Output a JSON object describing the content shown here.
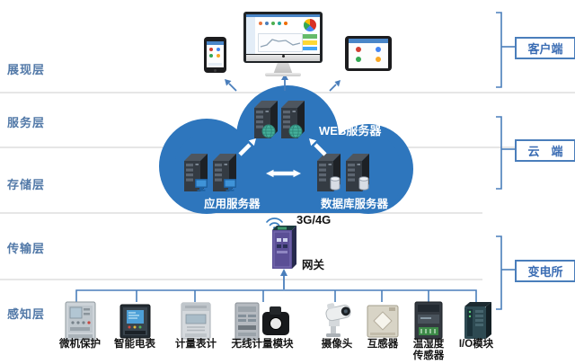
{
  "colors": {
    "cloud_blue": "#2e76bd",
    "connector_blue": "#4a7ebb",
    "layer_label_blue": "#5279a8",
    "group_box_blue": "#3a6cb3",
    "separator_gray": "#d8d8d8",
    "cloud_text_white": "#ffffff",
    "device_text_black": "#141414"
  },
  "layers": [
    {
      "label": "展现层"
    },
    {
      "label": "服务层"
    },
    {
      "label": "存储层"
    },
    {
      "label": "传输层"
    },
    {
      "label": "感知层"
    }
  ],
  "right_groups": [
    {
      "label": "客户端"
    },
    {
      "label": "云　端"
    },
    {
      "label": "变电所"
    }
  ],
  "cloud": {
    "web_server_label": "WEB服务器",
    "app_server_label": "应用服务器",
    "db_server_label": "数据库服务器"
  },
  "transport": {
    "network_label": "3G/4G",
    "gateway_label": "网关"
  },
  "devices": [
    {
      "label": "微机保护"
    },
    {
      "label": "智能电表"
    },
    {
      "label": "计量表计"
    },
    {
      "label": "无线计量模块"
    },
    {
      "label": "摄像头"
    },
    {
      "label": "互感器"
    },
    {
      "label": "温湿度传感器"
    },
    {
      "label": "I/O模块"
    }
  ]
}
